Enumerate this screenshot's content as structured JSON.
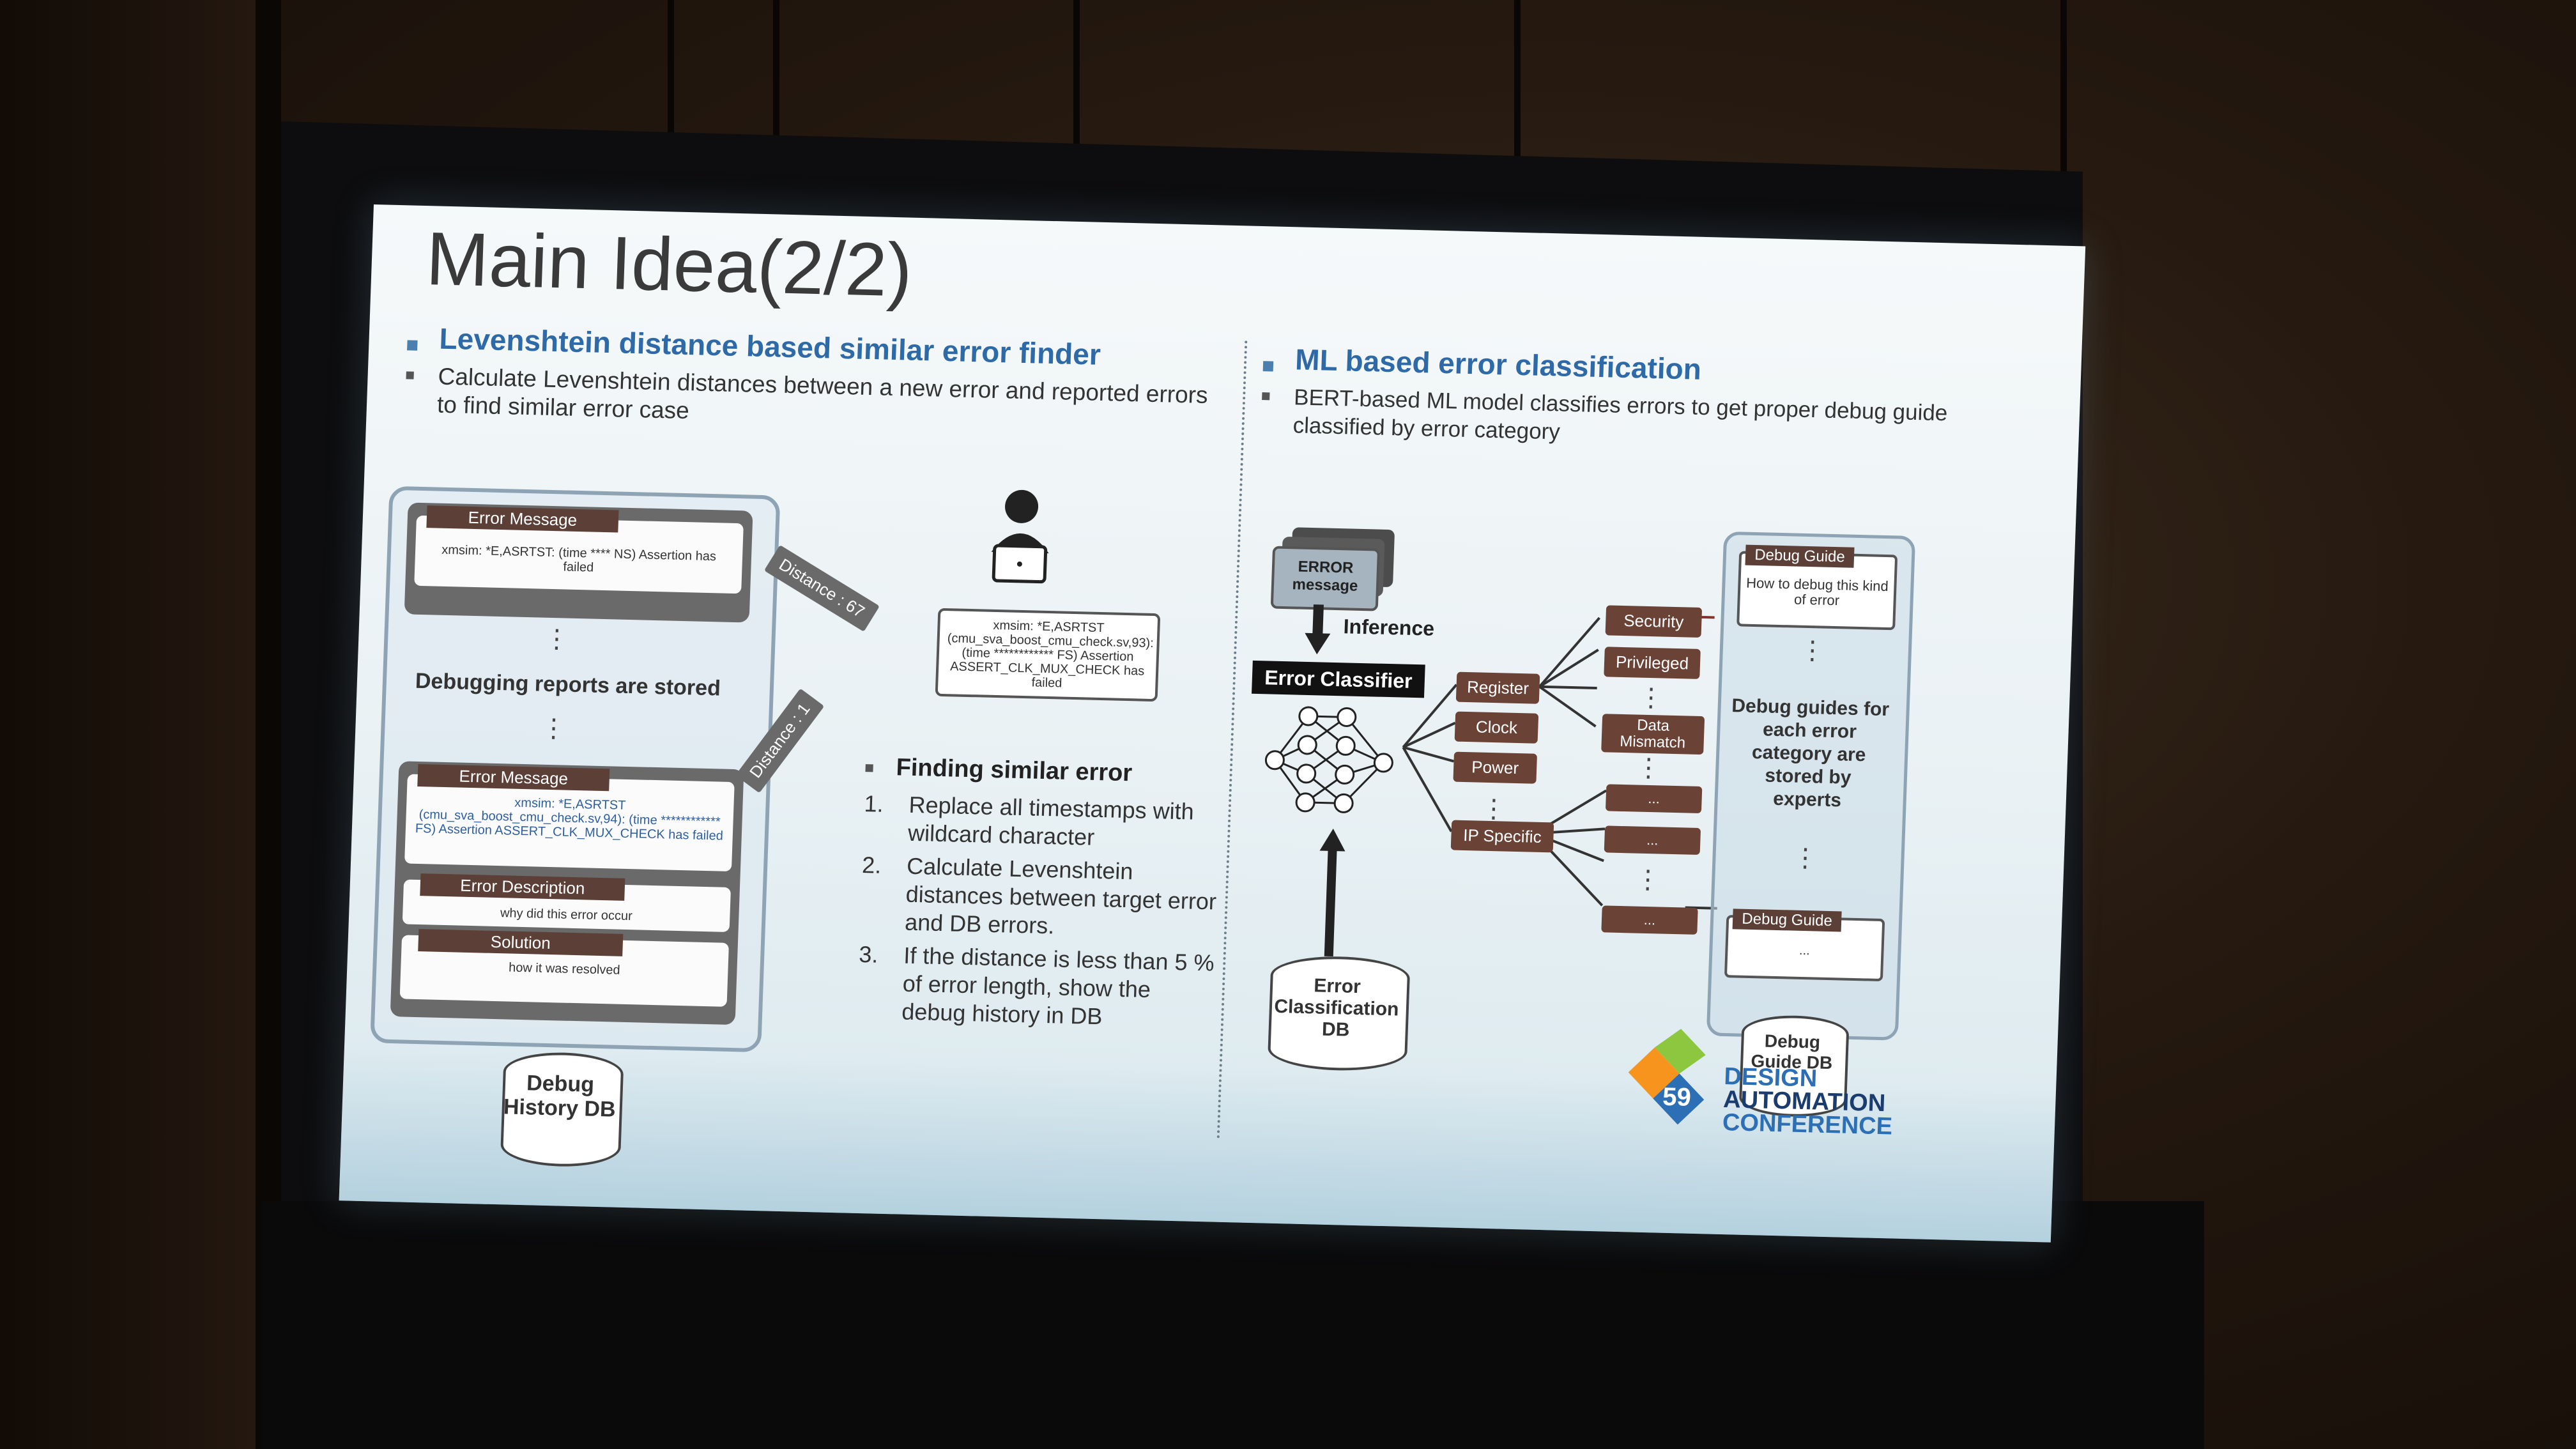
{
  "slide": {
    "title": "Main Idea(2/2)",
    "left": {
      "heading": "Levenshtein distance based similar error finder",
      "bullet": "Calculate Levenshtein distances between a new error and reported errors to find similar error case",
      "top_card_label": "Error Message",
      "top_card_text": "xmsim: *E,ASRTST: (time **** NS) Assertion has failed",
      "stored_label": "Debugging reports are stored",
      "bottom_card_label": "Error Message",
      "bottom_card_text": "xmsim: *E,ASRTST (cmu_sva_boost_cmu_check.sv,94): (time ************ FS) Assertion ASSERT_CLK_MUX_CHECK has failed",
      "error_description_label": "Error Description",
      "error_description_text": "why did this error occur",
      "solution_label": "Solution",
      "solution_text": "how it was resolved",
      "distance_67": "Distance : 67",
      "distance_1": "Distance : 1",
      "new_error_text": "xmsim: *E,ASRTST (cmu_sva_boost_cmu_check.sv,93): (time ************ FS) Assertion ASSERT_CLK_MUX_CHECK has failed",
      "db_label": "Debug History DB",
      "finding_title": "Finding similar error",
      "steps": [
        {
          "num": "1.",
          "text": "Replace all timestamps with wildcard character"
        },
        {
          "num": "2.",
          "text": "Calculate Levenshtein distances between target error and DB errors."
        },
        {
          "num": "3.",
          "text": "If the distance is less than 5 % of error length, show the debug history in DB"
        }
      ]
    },
    "right": {
      "heading": "ML based error classification",
      "bullet": "BERT-based ML model classifies errors to get proper debug guide classified by error category",
      "error_message_label": "ERROR message",
      "inference_label": "Inference",
      "classifier_label": "Error Classifier",
      "classification_db": "Error Classification DB",
      "categories_l1": [
        "Register",
        "Clock",
        "Power",
        "IP Specific"
      ],
      "categories_l2": [
        "Security",
        "Privileged",
        "Data Mismatch"
      ],
      "ellipsis": "...",
      "guide_label_top": "Debug Guide",
      "guide_text_top": "How to debug this kind of error",
      "guide_middle_text": "Debug guides for each error category are stored by experts",
      "guide_label_bottom": "Debug Guide",
      "guide_text_bottom": "...",
      "guide_db": "Debug Guide DB"
    },
    "logo": {
      "number": "59",
      "line1": "DESIGN",
      "line2": "AUTOMATION",
      "line3": "CONFERENCE"
    }
  },
  "colors": {
    "heading_blue": "#2f6aa8",
    "category_brown": "#6b4236",
    "logo_green": "#8dc63f",
    "logo_orange": "#f7941d",
    "logo_blue": "#2d6fb5"
  }
}
